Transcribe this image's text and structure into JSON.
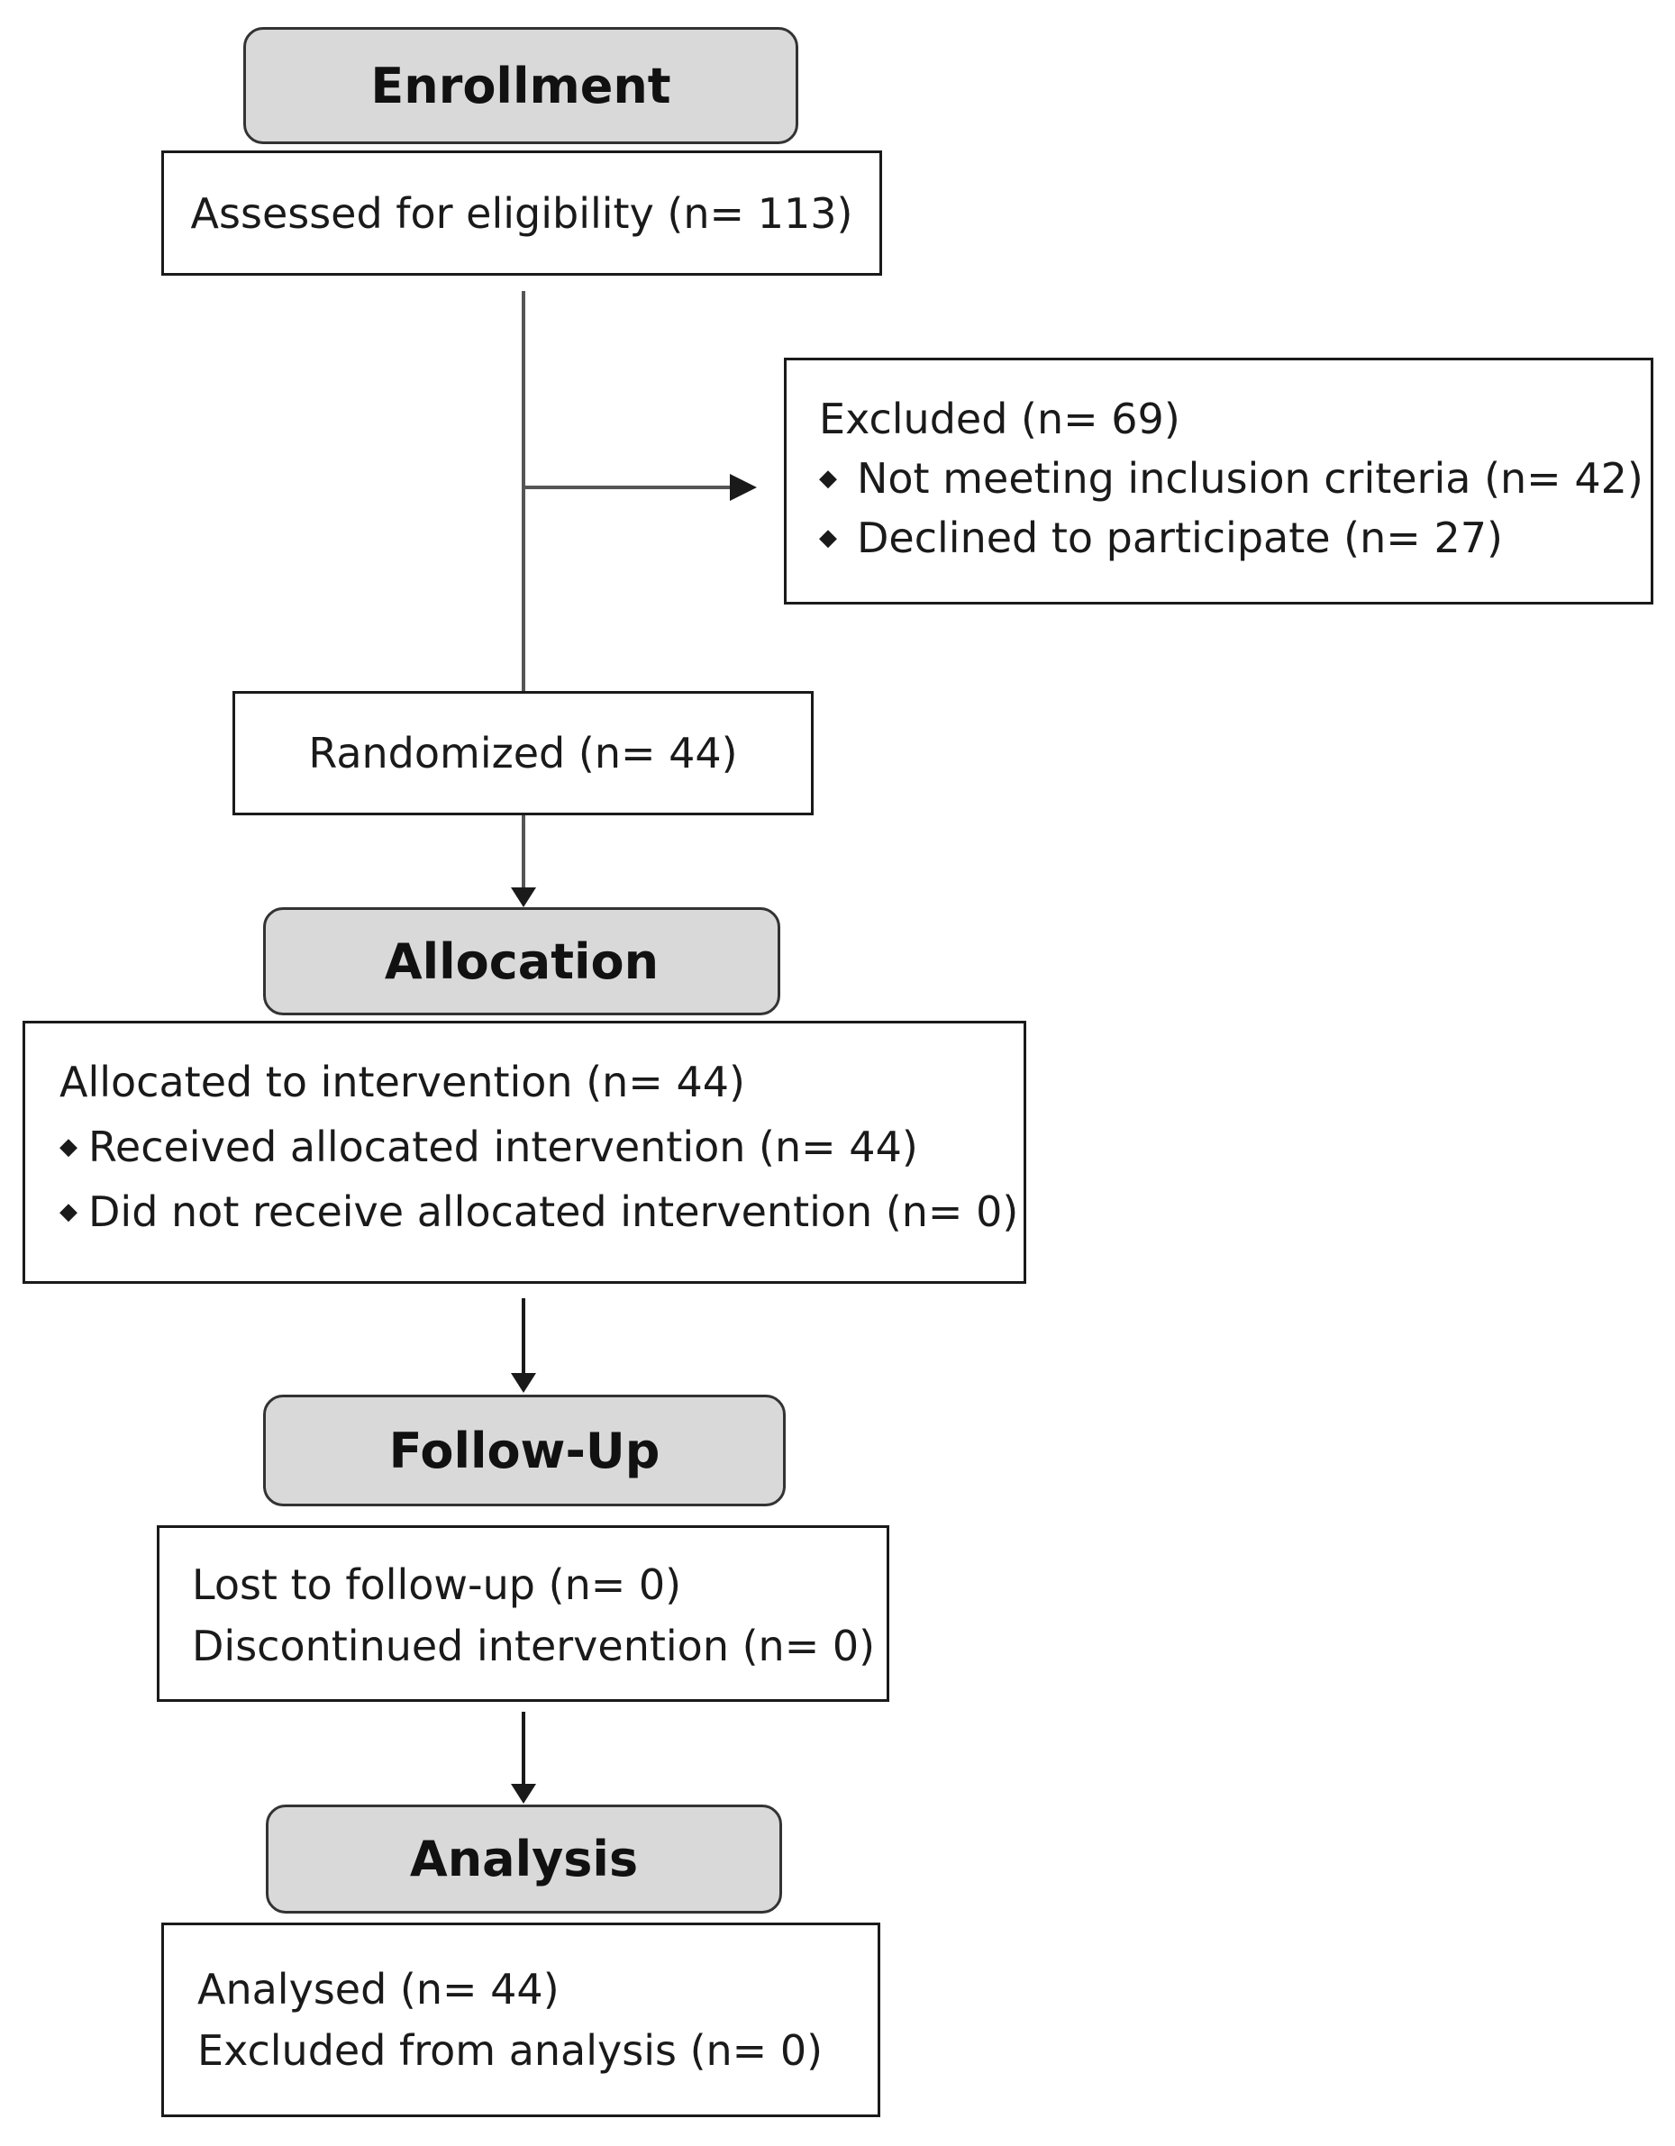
{
  "stages": {
    "enrollment": "Enrollment",
    "allocation": "Allocation",
    "follow_up": "Follow-Up",
    "analysis": "Analysis"
  },
  "enrollment": {
    "assessed": "Assessed for eligibility (n= 113)",
    "excluded": {
      "title": "Excluded (n= 69)",
      "bullet": "◆",
      "items": [
        "Not meeting inclusion criteria (n= 42)",
        "Declined to participate (n= 27)"
      ]
    },
    "randomized": "Randomized (n= 44)"
  },
  "allocation": {
    "title": "Allocated to intervention (n= 44)",
    "bullet": "◆",
    "items": [
      "Received allocated intervention (n= 44)",
      "Did not receive allocated intervention (n= 0)"
    ]
  },
  "follow_up": {
    "lines": [
      "Lost to follow-up (n= 0)",
      "Discontinued intervention (n= 0)"
    ]
  },
  "analysis": {
    "lines": [
      "Analysed (n= 44)",
      "Excluded from analysis (n= 0)"
    ]
  },
  "colors": {
    "stage_fill": "#d9d9d9",
    "border": "#1a1a1a",
    "connector": "#555555"
  }
}
